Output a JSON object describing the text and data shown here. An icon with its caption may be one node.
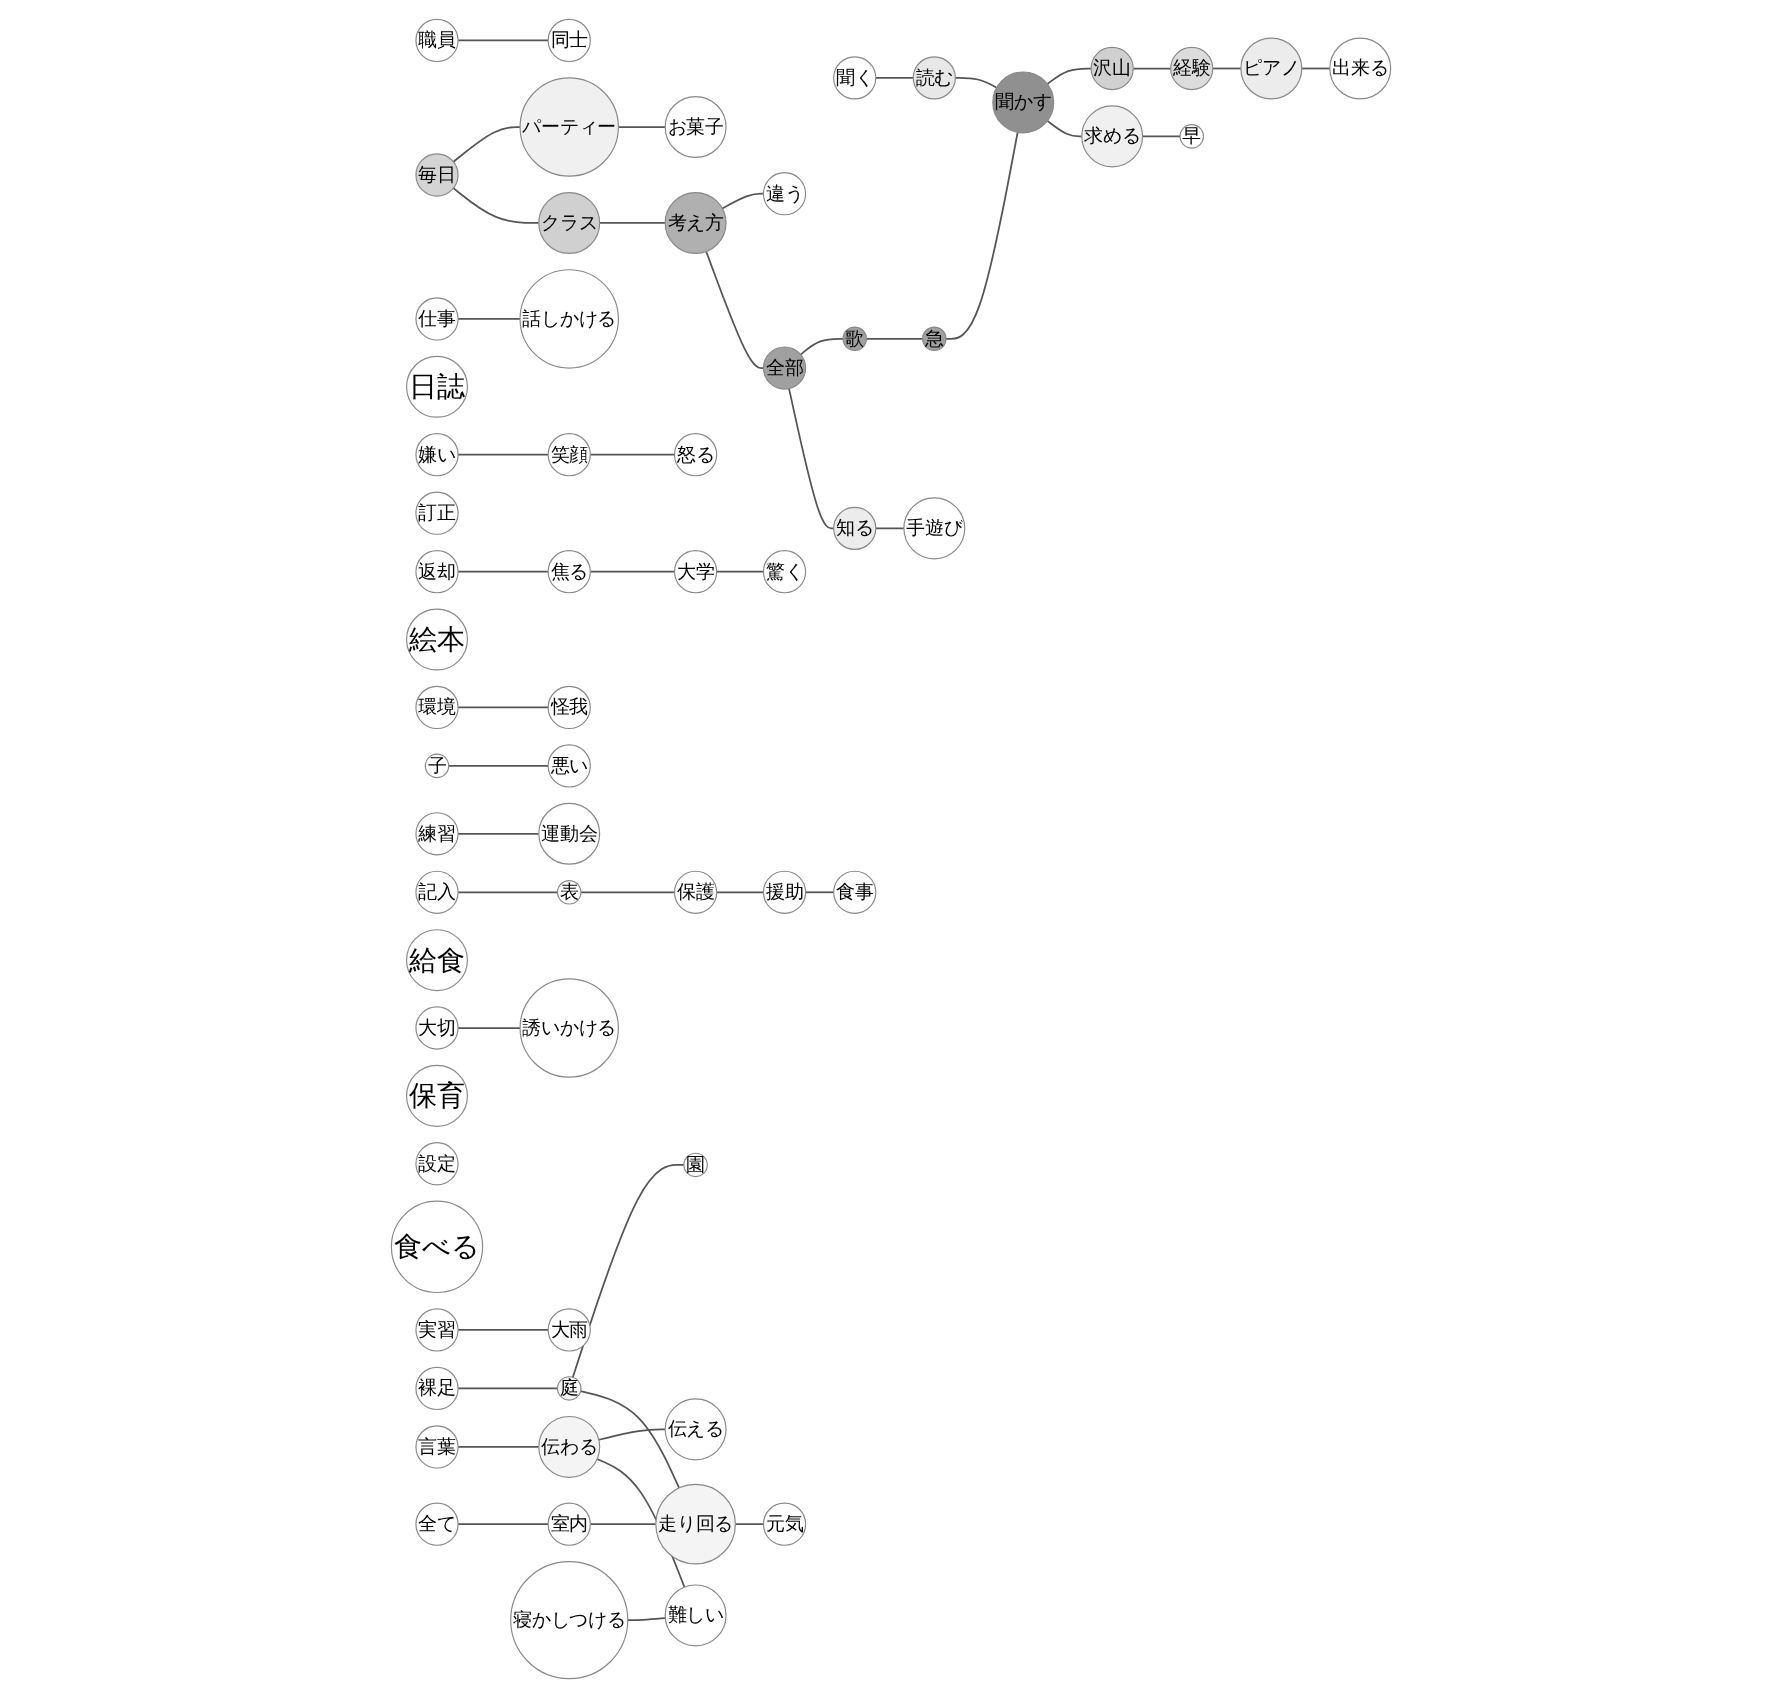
{
  "diagram": {
    "nodes": [
      {
        "text": [
          "お菓子"
        ]
      },
      {
        "text": [
          "職員"
        ]
      },
      {
        "text": [
          "同士"
        ]
      },
      {
        "text": [
          "パーティー"
        ]
      },
      {
        "text": [
          "毎日"
        ]
      },
      {
        "text": [
          "仕事"
        ]
      },
      {
        "text": [
          "日誌"
        ]
      },
      {
        "text": [
          "話しかける"
        ]
      },
      {
        "text": [
          "クラス"
        ]
      },
      {
        "text": [
          "違う"
        ]
      },
      {
        "text": [
          "嫌い"
        ]
      },
      {
        "text": [
          "考え方"
        ]
      },
      {
        "text": [
          "笑顔"
        ]
      },
      {
        "text": [
          "訂正"
        ]
      },
      {
        "text": [
          "返却"
        ]
      },
      {
        "text": [
          "怒る"
        ]
      },
      {
        "text": [
          "聞く"
        ]
      },
      {
        "text": [
          "全部"
        ]
      },
      {
        "text": [
          "焦る"
        ]
      },
      {
        "text": [
          "歌"
        ]
      },
      {
        "text": [
          "読む"
        ]
      },
      {
        "text": [
          "知る"
        ]
      },
      {
        "text": [
          "手遊び"
        ]
      },
      {
        "text": [
          "大学"
        ]
      },
      {
        "text": [
          "絵本"
        ]
      },
      {
        "text": [
          "急"
        ]
      },
      {
        "text": [
          "環境"
        ]
      },
      {
        "text": [
          "怪我"
        ]
      },
      {
        "text": [
          "聞かす"
        ]
      },
      {
        "text": [
          "驚く"
        ]
      },
      {
        "text": [
          "子"
        ]
      },
      {
        "text": [
          "悪い"
        ]
      },
      {
        "text": [
          "沢山"
        ]
      },
      {
        "text": [
          "練習"
        ]
      },
      {
        "text": [
          "運動会"
        ]
      },
      {
        "text": [
          "記入"
        ]
      },
      {
        "text": [
          "求める"
        ]
      },
      {
        "text": [
          "表"
        ]
      },
      {
        "text": [
          "給食"
        ]
      },
      {
        "text": [
          "経験"
        ]
      },
      {
        "text": [
          "早"
        ]
      },
      {
        "text": [
          "保護"
        ]
      },
      {
        "text": [
          "大切"
        ]
      },
      {
        "text": [
          "誘いかける"
        ]
      },
      {
        "text": [
          "保育"
        ]
      },
      {
        "text": [
          "設定"
        ]
      },
      {
        "text": [
          "ピアノ"
        ]
      },
      {
        "text": [
          "食べる"
        ]
      },
      {
        "text": [
          "援助"
        ]
      },
      {
        "text": [
          "出来る"
        ]
      },
      {
        "text": [
          "実習"
        ]
      },
      {
        "text": [
          "食事"
        ]
      },
      {
        "text": [
          "裸足"
        ]
      },
      {
        "text": [
          "大雨"
        ]
      },
      {
        "text": [
          "園"
        ]
      },
      {
        "text": [
          "庭"
        ]
      },
      {
        "text": [
          "言葉"
        ]
      },
      {
        "text": [
          "伝わる"
        ]
      },
      {
        "text": [
          "伝える"
        ]
      },
      {
        "text": [
          "全て"
        ]
      },
      {
        "text": [
          "室内"
        ]
      },
      {
        "text": [
          "走り回る"
        ]
      },
      {
        "text": [
          "寝かしつける"
        ]
      },
      {
        "text": [
          "難しい"
        ]
      },
      {
        "text": [
          "元気"
        ]
      }
    ],
    "edges": [
      {
        "from": 3,
        "to": 0,
        "arrow": "none"
      },
      {
        "from": 1,
        "to": 2,
        "arrow": "none"
      },
      {
        "from": 4,
        "to": 3,
        "arrow": "none"
      },
      {
        "from": 5,
        "to": 7,
        "arrow": "none"
      },
      {
        "from": 4,
        "to": 8,
        "arrow": "none"
      },
      {
        "from": 8,
        "to": 11,
        "arrow": "none"
      },
      {
        "from": 11,
        "to": 9,
        "arrow": "none"
      },
      {
        "from": 10,
        "to": 12,
        "arrow": "none"
      },
      {
        "from": 12,
        "to": 15,
        "arrow": "none"
      },
      {
        "from": 11,
        "to": 17,
        "arrow": "none"
      },
      {
        "from": 17,
        "to": 19,
        "arrow": "none"
      },
      {
        "from": 17,
        "to": 21,
        "arrow": "none"
      },
      {
        "from": 21,
        "to": 22,
        "arrow": "none"
      },
      {
        "from": 14,
        "to": 18,
        "arrow": "none"
      },
      {
        "from": 18,
        "to": 23,
        "arrow": "none"
      },
      {
        "from": 23,
        "to": 29,
        "arrow": "none"
      },
      {
        "from": 16,
        "to": 20,
        "arrow": "none"
      },
      {
        "from": 20,
        "to": 28,
        "arrow": "none"
      },
      {
        "from": 19,
        "to": 25,
        "arrow": "none"
      },
      {
        "from": 25,
        "to": 28,
        "arrow": "none"
      },
      {
        "from": 26,
        "to": 27,
        "arrow": "none"
      },
      {
        "from": 28,
        "to": 32,
        "arrow": "none"
      },
      {
        "from": 28,
        "to": 36,
        "arrow": "none"
      },
      {
        "from": 30,
        "to": 31,
        "arrow": "none"
      },
      {
        "from": 33,
        "to": 34,
        "arrow": "none"
      },
      {
        "from": 35,
        "to": 37,
        "arrow": "none"
      },
      {
        "from": 37,
        "to": 41,
        "arrow": "none"
      },
      {
        "from": 32,
        "to": 39,
        "arrow": "none"
      },
      {
        "from": 36,
        "to": 40,
        "arrow": "none"
      },
      {
        "from": 39,
        "to": 46,
        "arrow": "none"
      },
      {
        "from": 41,
        "to": 48,
        "arrow": "none"
      },
      {
        "from": 42,
        "to": 43,
        "arrow": "none"
      },
      {
        "from": 46,
        "to": 49,
        "arrow": "none"
      },
      {
        "from": 48,
        "to": 51,
        "arrow": "none"
      },
      {
        "from": 50,
        "to": 53,
        "arrow": "none"
      },
      {
        "from": 52,
        "to": 55,
        "arrow": "none"
      },
      {
        "from": 55,
        "to": 54,
        "arrow": "none"
      },
      {
        "from": 55,
        "to": 61,
        "arrow": "none"
      },
      {
        "from": 56,
        "to": 57,
        "arrow": "none"
      },
      {
        "from": 57,
        "to": 58,
        "arrow": "none"
      },
      {
        "from": 57,
        "to": 63,
        "arrow": "none"
      },
      {
        "from": 59,
        "to": 60,
        "arrow": "none"
      },
      {
        "from": 60,
        "to": 61,
        "arrow": "none"
      },
      {
        "from": 61,
        "to": 64,
        "arrow": "none"
      },
      {
        "from": 62,
        "to": 63,
        "arrow": "none"
      }
    ]
  }
}
